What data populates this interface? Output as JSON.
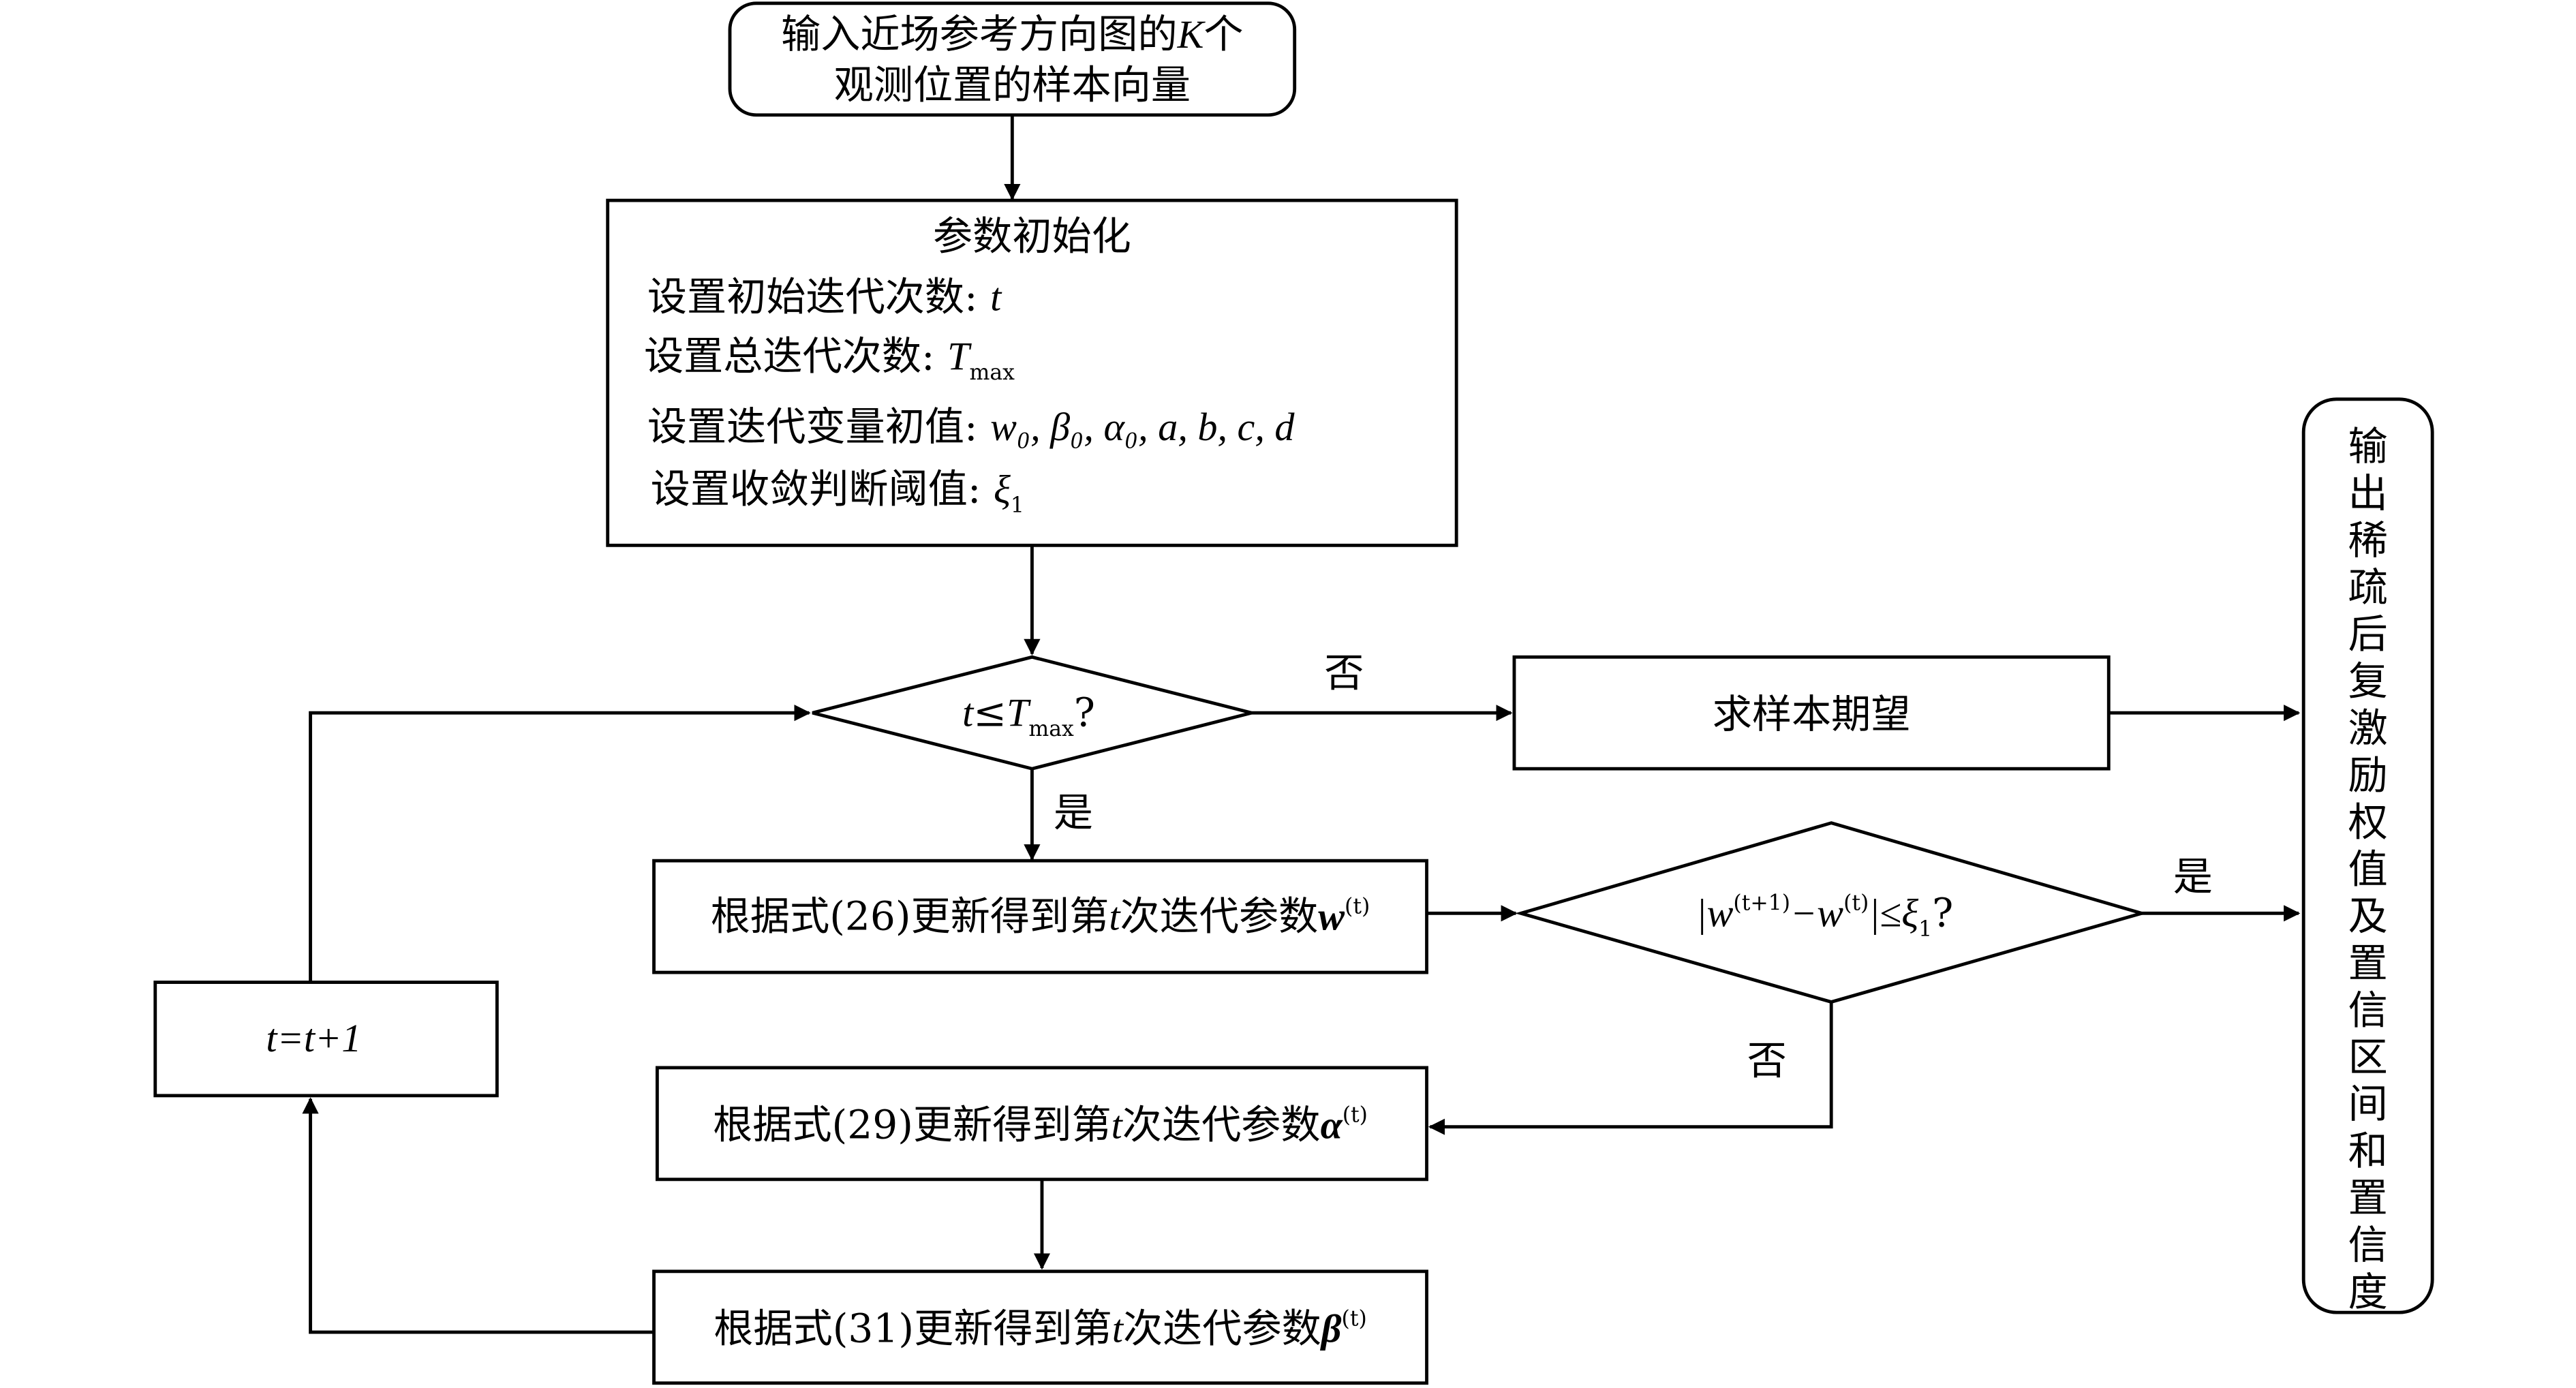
{
  "start": {
    "line1": "输入近场参考方向图的",
    "line1_var": "K",
    "line1_tail": "个",
    "line2": "观测位置的样本向量"
  },
  "init": {
    "title": "参数初始化",
    "lines": [
      {
        "label": "设置初始迭代次数: ",
        "value": "t"
      },
      {
        "label": "设置总迭代次数: ",
        "value": "T",
        "sub": "max"
      },
      {
        "label": "设置迭代变量初值: ",
        "value": "w₀, β₀, α₀, a, b, c, d"
      },
      {
        "label": "设置收敛判断阈值: ",
        "value": "ξ",
        "sub": "1"
      }
    ]
  },
  "decision1": {
    "left": "t",
    "op": "≤",
    "var": "T",
    "sub": "max",
    "tail": "?"
  },
  "expect_box": {
    "label": "求样本期望"
  },
  "update_w": {
    "label": "根据式(26)更新得到第",
    "var": "t",
    "tail": "次迭代参数",
    "param": "w",
    "sup": "(t)"
  },
  "decision2": {
    "expr": "|w",
    "sup1": "(t+1)",
    "mid": "−w",
    "sup2": "(t)",
    "tail": "|≤ξ",
    "sub": "1",
    "q": "?"
  },
  "update_alpha": {
    "label": "根据式(29)更新得到第",
    "var": "t",
    "tail": "次迭代参数",
    "param": "α",
    "sup": "(t)"
  },
  "update_beta": {
    "label": "根据式(31)更新得到第",
    "var": "t",
    "tail": "次迭代参数",
    "param": "β",
    "sup": "(t)"
  },
  "increment": {
    "expr": "t=t+1"
  },
  "output": {
    "label": "输出稀疏后复激励权值及置信区间和置信度"
  },
  "edge_labels": {
    "no1": "否",
    "yes1": "是",
    "yes2": "是",
    "no2": "否"
  }
}
